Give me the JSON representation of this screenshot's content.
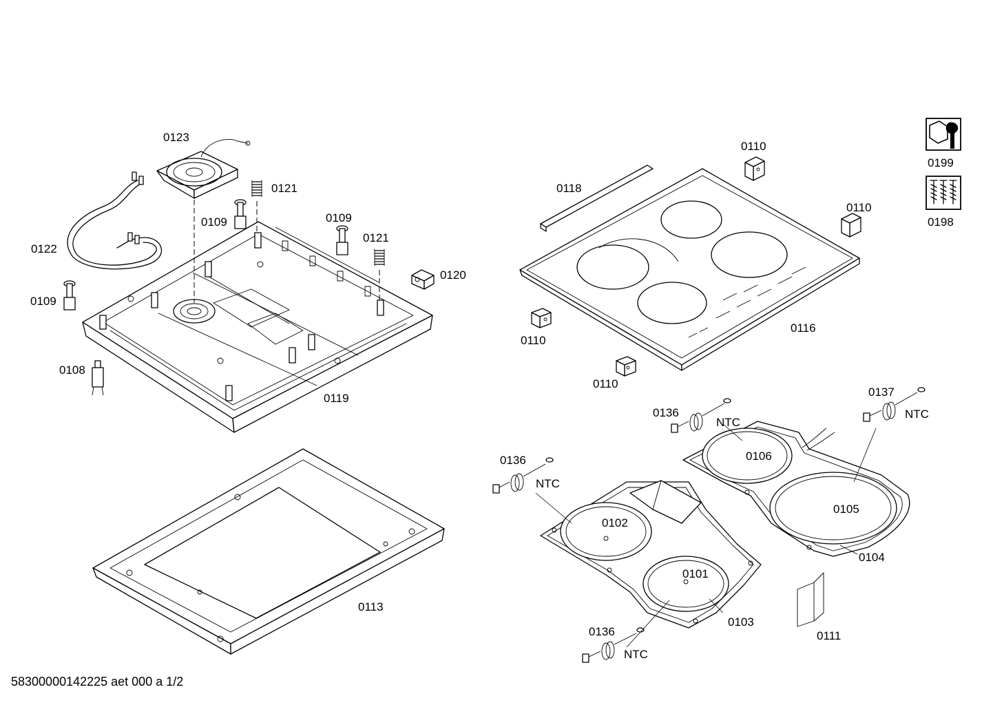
{
  "footer": {
    "document_code": "58300000142225 aet 000 a 1/2"
  },
  "side_icons": [
    {
      "icon": "hexagon-screw-wrench-icon",
      "code": "0199"
    },
    {
      "icon": "screws-set-icon",
      "code": "0198"
    }
  ],
  "labels": {
    "fan": "0123",
    "spring_a": "0121",
    "spring_b": "0121",
    "foot_a": "0109",
    "foot_b": "0109",
    "foot_c": "0109",
    "cable": "0122",
    "foot_small": "0108",
    "clip": "0120",
    "bottom_housing": "0119",
    "frame": "0113",
    "profile_strip": "0118",
    "bracket_top": "0110",
    "bracket_right": "0110",
    "bracket_left": "0110",
    "bracket_bottom": "0110",
    "glass_top": "0116",
    "sensor_left_top": "0136",
    "sensor_left_mid": "0136",
    "sensor_bottom": "0136",
    "sensor_right": "0137",
    "ntc_1": "NTC",
    "ntc_2": "NTC",
    "ntc_3": "NTC",
    "ntc_4": "NTC",
    "coil_rear_left": "0106",
    "coil_rear_right": "0105",
    "coil_front_left": "0102",
    "coil_front_right": "0101",
    "carrier_right": "0104",
    "carrier_left": "0103",
    "shield_bracket": "0111"
  }
}
